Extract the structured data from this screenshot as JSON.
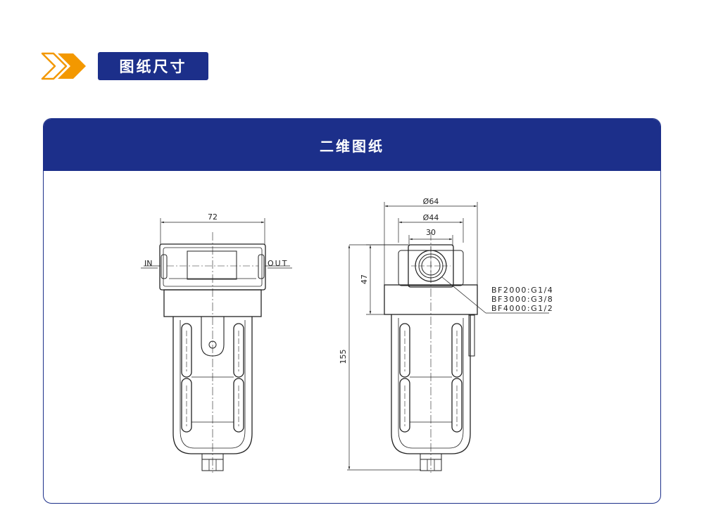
{
  "header": {
    "title": "图纸尺寸"
  },
  "panel": {
    "title": "二维图纸"
  },
  "drawing": {
    "left_view": {
      "width_dim": "72",
      "inlet_label": "IN",
      "outlet_label": "OUT"
    },
    "right_view": {
      "dia_outer": "Ø64",
      "dia_inner": "Ø44",
      "width_dim": "30",
      "height_top": "47",
      "height_total": "155",
      "port_specs": [
        "BF2000:G1/4",
        "BF3000:G3/8",
        "BF4000:G1/2"
      ]
    }
  },
  "colors": {
    "brand_blue": "#1c2f8a",
    "accent_orange": "#f39800"
  }
}
